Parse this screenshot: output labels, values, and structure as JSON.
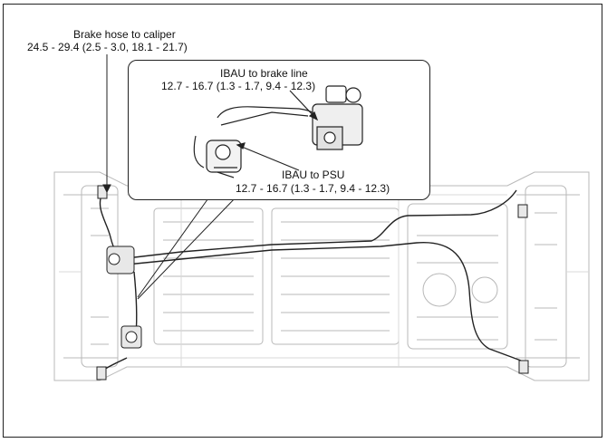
{
  "callouts": {
    "caliper": {
      "title": "Brake hose to caliper",
      "value": "24.5 - 29.4 (2.5 - 3.0, 18.1 - 21.7)"
    },
    "brake_line": {
      "title": "IBAU to brake line",
      "value": "12.7 - 16.7 (1.3 - 1.7, 9.4 - 12.3)"
    },
    "psu": {
      "title": "IBAU to PSU",
      "value": "12.7 - 16.7 (1.3 - 1.7, 9.4 - 12.3)"
    }
  },
  "colors": {
    "line": "#222222",
    "chassis": "#b8b8b8",
    "chassis_light": "#d8d8d8"
  }
}
